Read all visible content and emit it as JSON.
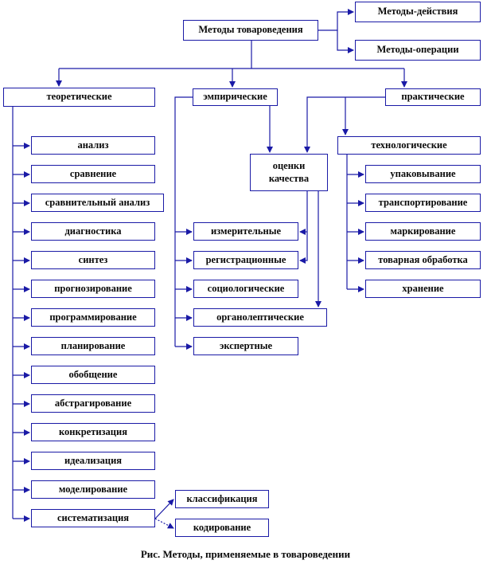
{
  "diagram": {
    "root": "Методы товароведения",
    "actions": "Методы-действия",
    "operations": "Методы-операции",
    "theoretical": {
      "title": "теоретические",
      "items": [
        "анализ",
        "сравнение",
        "сравнительный анализ",
        "диагностика",
        "синтез",
        "прогнозирование",
        "программирование",
        "планирование",
        "обобщение",
        "абстрагирование",
        "конкретизация",
        "идеализация",
        "моделирование",
        "систематизация"
      ]
    },
    "systematization_sub": [
      "классификация",
      "кодирование"
    ],
    "empirical": {
      "title": "эмпирические",
      "items": [
        "измерительные",
        "регистрационные",
        "социологические",
        "органолептические",
        "экспертные"
      ]
    },
    "quality_assessment": "оценки качества",
    "practical": {
      "title": "практические",
      "technological": {
        "title": "технологические",
        "items": [
          "упаковывание",
          "транспортирование",
          "маркирование",
          "товарная обработка",
          "хранение"
        ]
      }
    }
  },
  "caption": "Рис. Методы, применяемые в товароведении",
  "colors": {
    "line": "#1a1aa6",
    "text": "#0a0a0a"
  }
}
